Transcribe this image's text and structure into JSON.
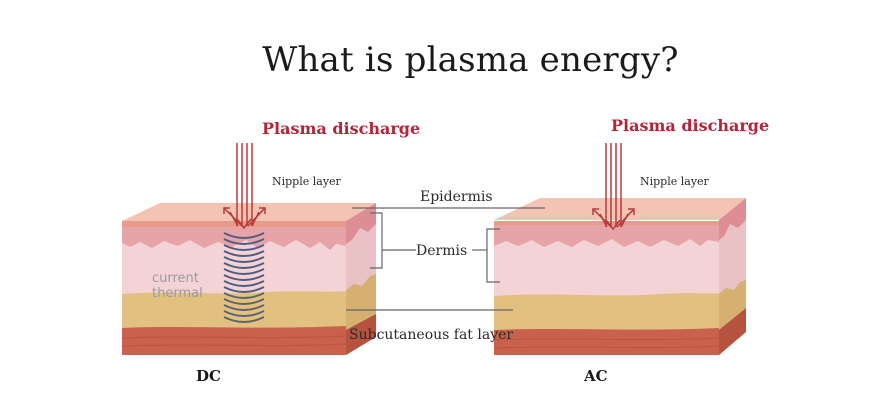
{
  "title": "What is plasma energy?",
  "left_panel": {
    "discharge_label": "Plasma discharge",
    "nipple_label": "Nipple layer",
    "effect_label_line1": "current",
    "effect_label_line2": "thermal",
    "caption": "DC"
  },
  "right_panel": {
    "discharge_label": "Plasma discharge",
    "nipple_label": "Nipple layer",
    "caption": "AC"
  },
  "layer_labels": {
    "epidermis": "Epidermis",
    "dermis": "Dermis",
    "fat": "Subcutaneous fat layer"
  },
  "colors": {
    "accent_red": "#b3263a",
    "arrow_red": "#c0392b",
    "skin_top": "#f3c4b3",
    "epidermis_band": "#e89a8c",
    "upper_dermis": "#e6a3a8",
    "dermis": "#f3d3d6",
    "fat": "#e2c07f",
    "muscle": "#c9614c",
    "wave_blue": "#5a6a8a"
  }
}
